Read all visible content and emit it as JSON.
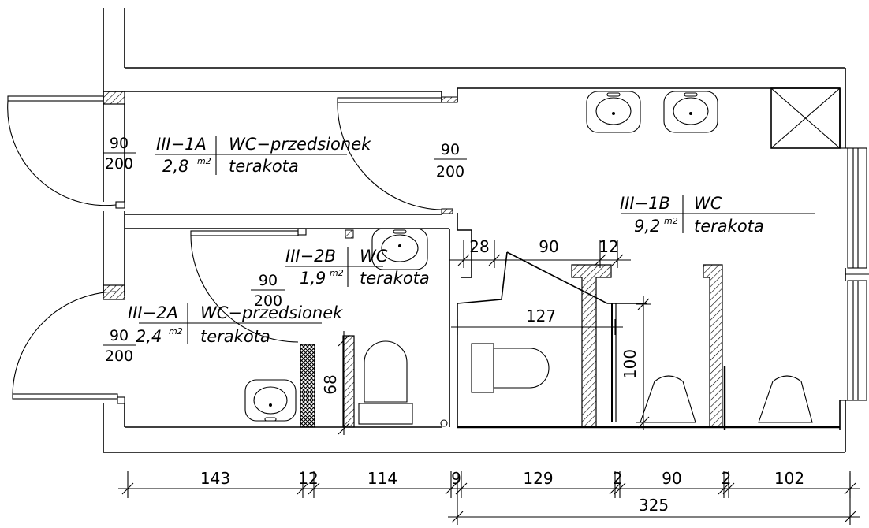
{
  "rooms": {
    "r1a": {
      "id": "III−1A",
      "name": "WC−przedsionek",
      "area": "2,8",
      "unit": "m2",
      "floor": "terakota"
    },
    "r1b": {
      "id": "III−1B",
      "name": "WC",
      "area": "9,2",
      "unit": "m2",
      "floor": "terakota"
    },
    "r2b": {
      "id": "III−2B",
      "name": "WC",
      "area": "1,9",
      "unit": "m2",
      "floor": "terakota"
    },
    "r2a": {
      "id": "III−2A",
      "name": "WC−przedsionek",
      "area": "2,4",
      "unit": "m2",
      "floor": "terakota"
    }
  },
  "doors": {
    "d1": {
      "width": "90",
      "height": "200"
    },
    "d2": {
      "width": "90",
      "height": "200"
    },
    "d3": {
      "width": "90",
      "height": "200"
    },
    "d4": {
      "width": "90",
      "height": "200"
    }
  },
  "dims": {
    "bottom": [
      "143",
      "12",
      "114",
      "9",
      "129",
      "2",
      "90",
      "2",
      "102"
    ],
    "total": "325",
    "top_a": "28",
    "top_b": "90",
    "top_c": "12",
    "cabin_width": "127",
    "cabin_depth": "100",
    "wall_height": "68"
  }
}
